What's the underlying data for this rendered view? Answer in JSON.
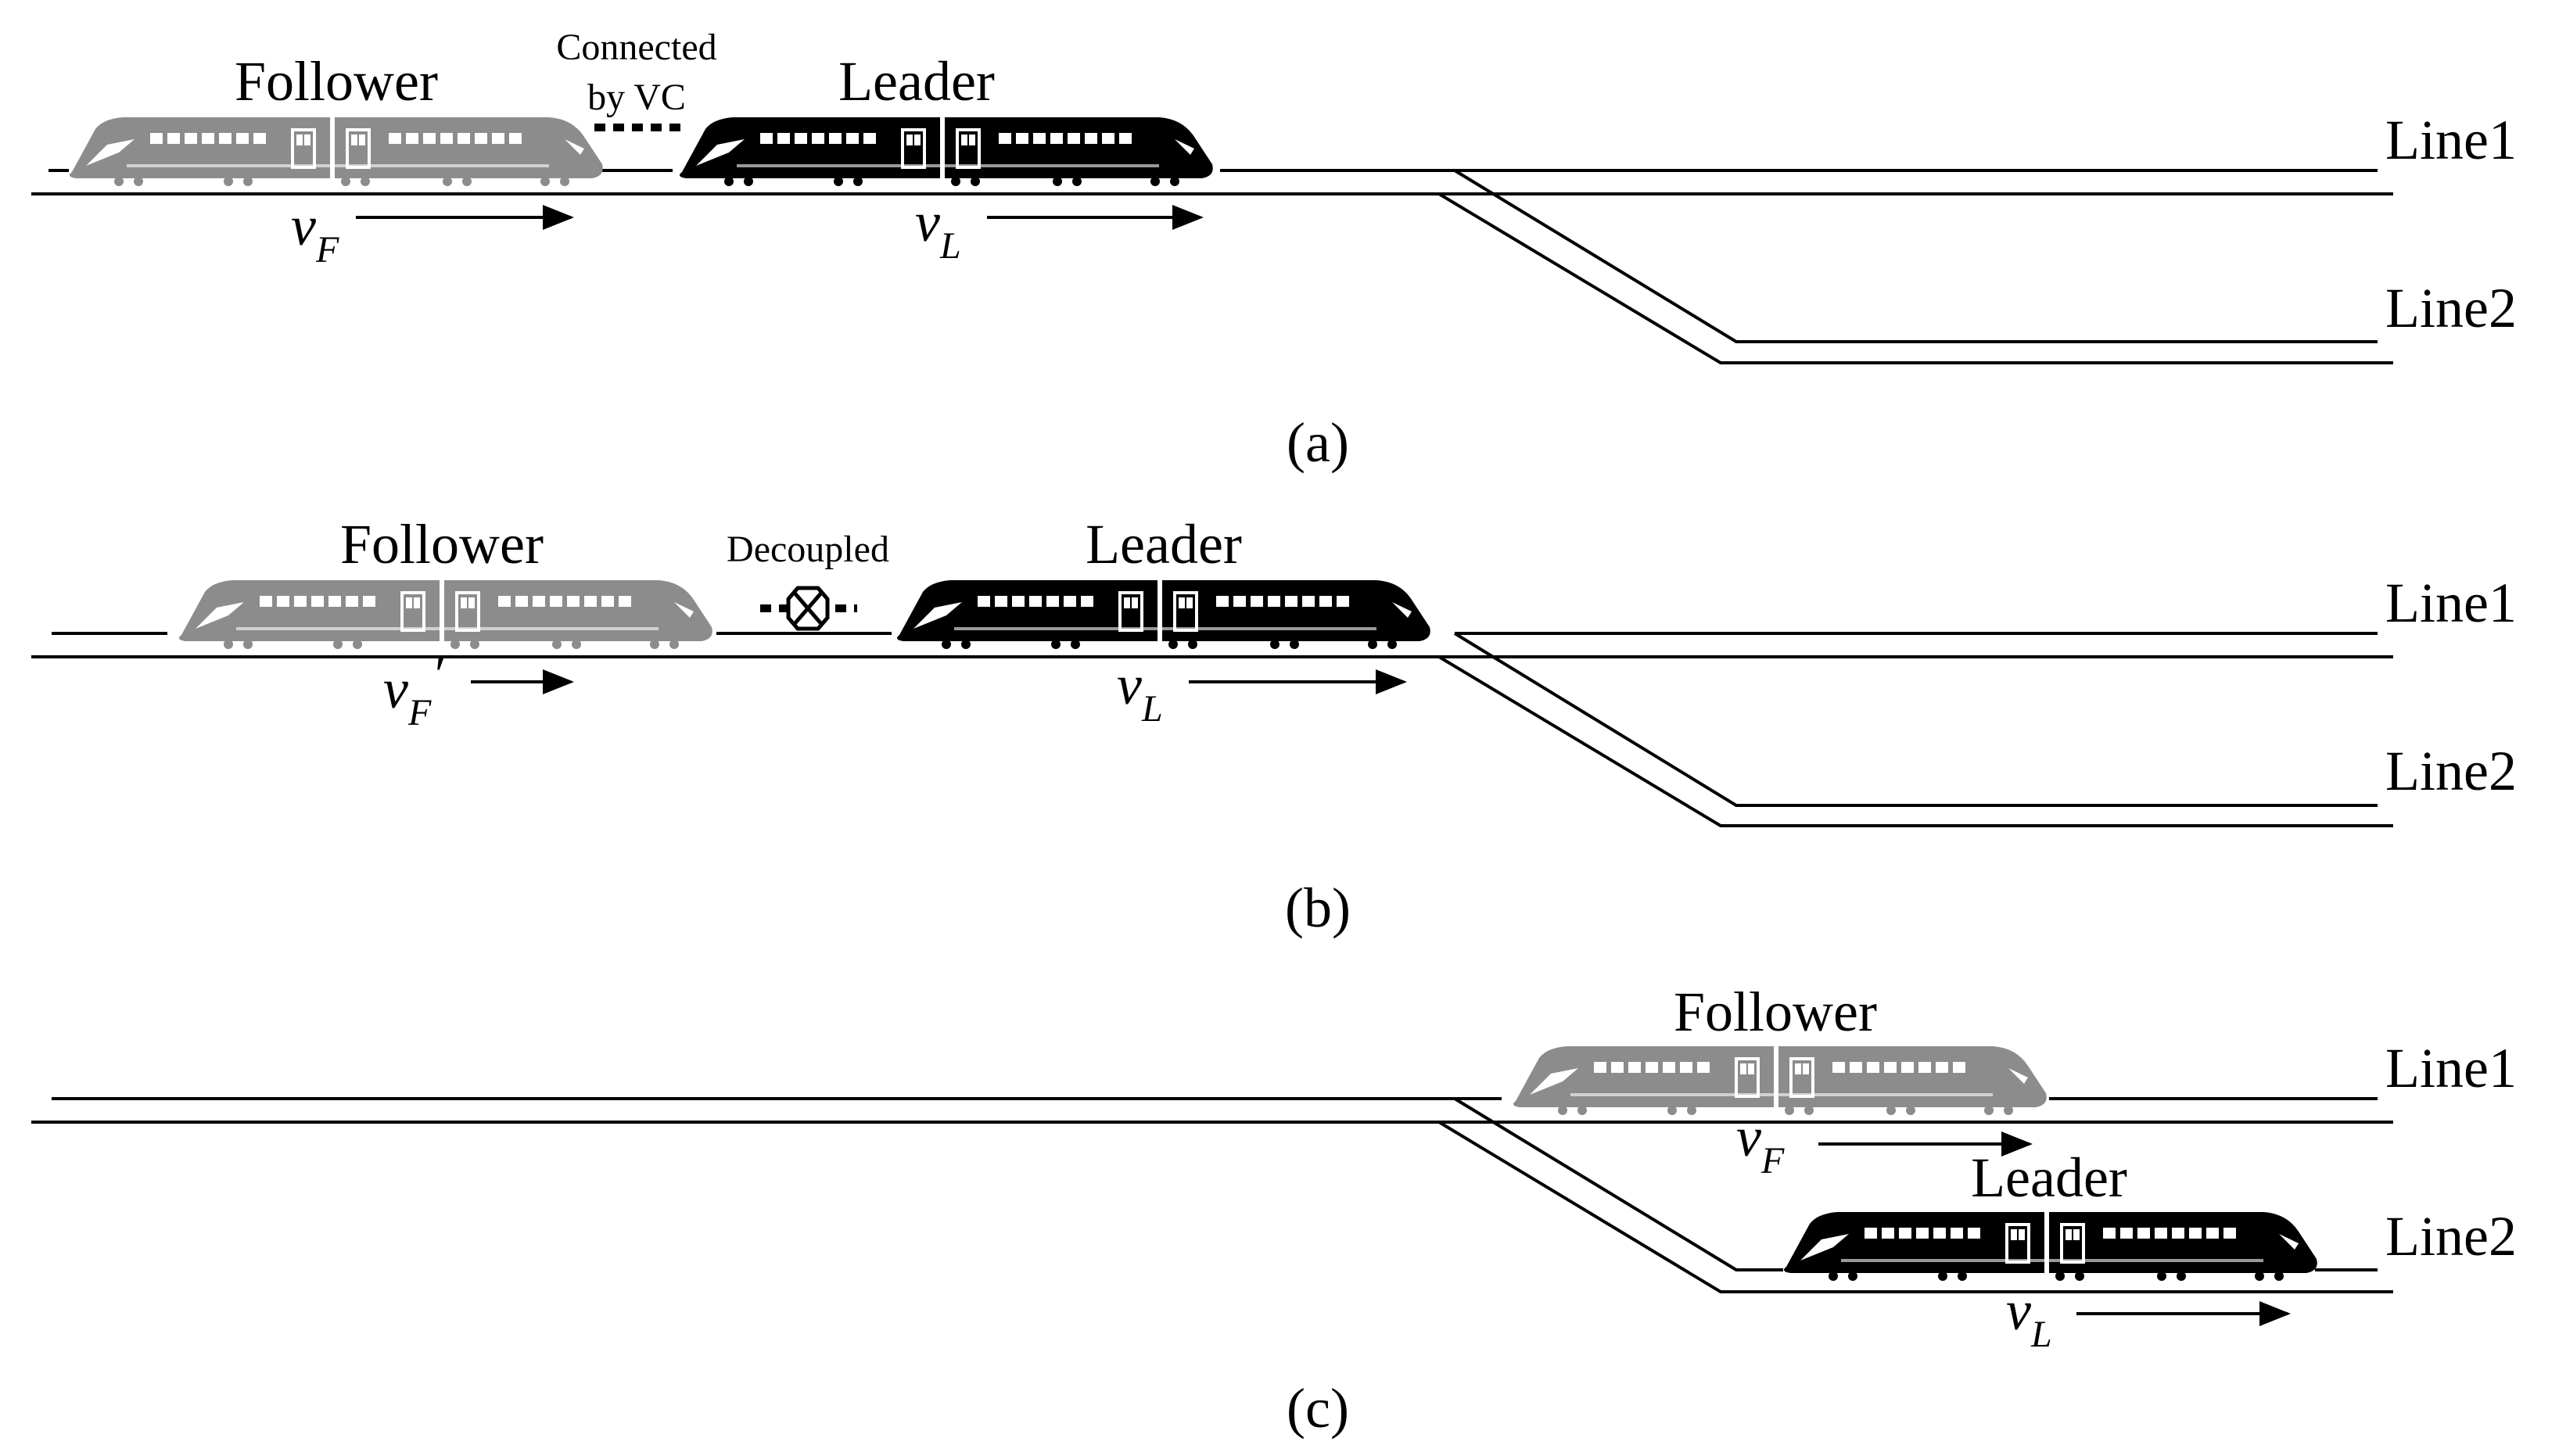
{
  "panels": [
    {
      "id": "a",
      "caption": "(a)",
      "follower_label": "Follower",
      "leader_label": "Leader",
      "link_label_line1": "Connected",
      "link_label_line2": "by VC",
      "link_state": "connected",
      "follower_speed": {
        "symbol": "v",
        "sub": "F",
        "prime": ""
      },
      "leader_speed": {
        "symbol": "v",
        "sub": "L",
        "prime": ""
      },
      "line1_label": "Line1",
      "line2_label": "Line2"
    },
    {
      "id": "b",
      "caption": "(b)",
      "follower_label": "Follower",
      "leader_label": "Leader",
      "link_label_line1": "Decoupled",
      "link_label_line2": "",
      "link_state": "decoupled",
      "follower_speed": {
        "symbol": "v",
        "sub": "F",
        "prime": "′"
      },
      "leader_speed": {
        "symbol": "v",
        "sub": "L",
        "prime": ""
      },
      "line1_label": "Line1",
      "line2_label": "Line2"
    },
    {
      "id": "c",
      "caption": "(c)",
      "follower_label": "Follower",
      "leader_label": "Leader",
      "link_label_line1": "",
      "link_label_line2": "",
      "link_state": "none",
      "follower_speed": {
        "symbol": "v",
        "sub": "F",
        "prime": ""
      },
      "leader_speed": {
        "symbol": "v",
        "sub": "L",
        "prime": ""
      },
      "line1_label": "Line1",
      "line2_label": "Line2"
    }
  ],
  "colors": {
    "follower_train": "#8c8c8c",
    "leader_train": "#000000",
    "track": "#000000",
    "background": "#ffffff"
  }
}
